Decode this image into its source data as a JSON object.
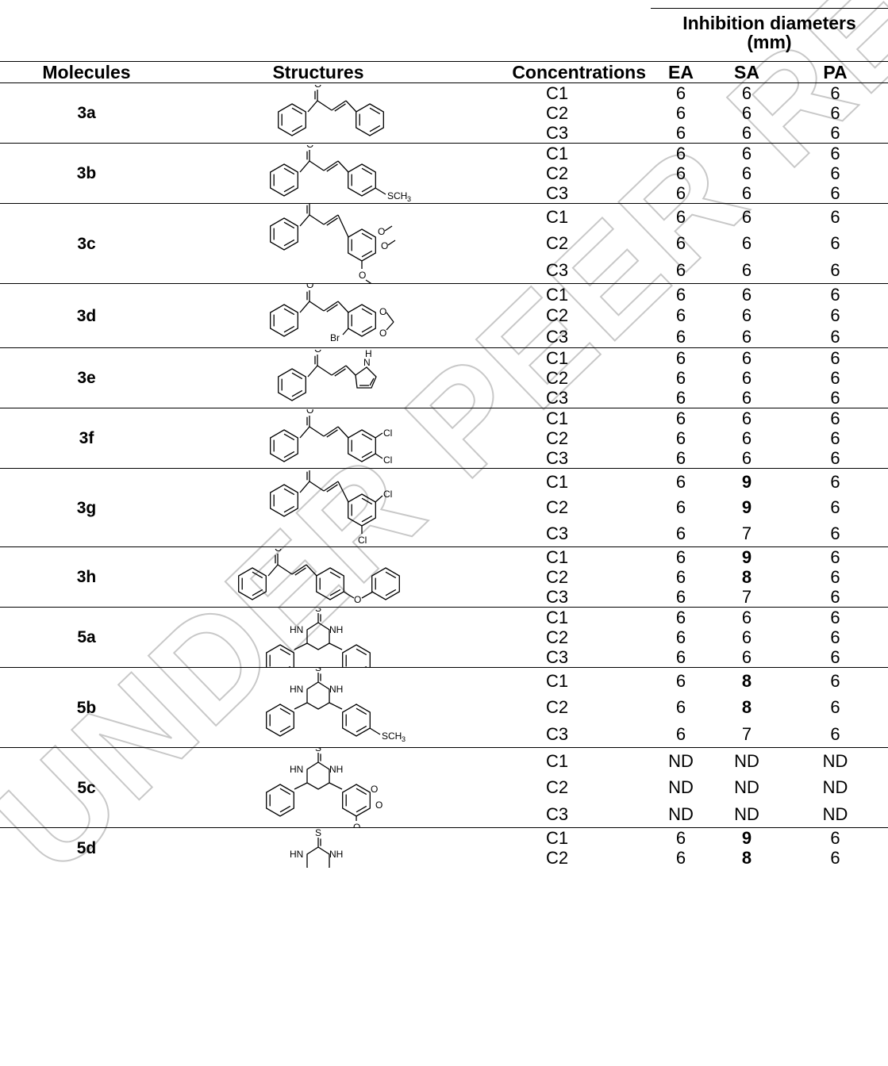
{
  "watermark": "UNDER PEER REVIEW",
  "header": {
    "group_label_line1": "Inhibition diameters",
    "group_label_line2": "(mm)",
    "columns": [
      "Molecules",
      "Structures",
      "Concentrations",
      "EA",
      "SA",
      "PA"
    ]
  },
  "molecules": [
    {
      "id": "3a",
      "structure": "chalcone",
      "rows": [
        {
          "conc": "C1",
          "ea": "6",
          "sa": "6",
          "pa": "6"
        },
        {
          "conc": "C2",
          "ea": "6",
          "sa": "6",
          "pa": "6"
        },
        {
          "conc": "C3",
          "ea": "6",
          "sa": "6",
          "pa": "6"
        }
      ]
    },
    {
      "id": "3b",
      "structure": "chalcone-4-SCH3",
      "substituent": "SCH3",
      "rows": [
        {
          "conc": "C1",
          "ea": "6",
          "sa": "6",
          "pa": "6"
        },
        {
          "conc": "C2",
          "ea": "6",
          "sa": "6",
          "pa": "6"
        },
        {
          "conc": "C3",
          "ea": "6",
          "sa": "6",
          "pa": "6"
        }
      ]
    },
    {
      "id": "3c",
      "structure": "chalcone-3,4,5-trimethoxy",
      "rows": [
        {
          "conc": "C1",
          "ea": "6",
          "sa": "6",
          "pa": "6"
        },
        {
          "conc": "C2",
          "ea": "6",
          "sa": "6",
          "pa": "6"
        },
        {
          "conc": "C3",
          "ea": "6",
          "sa": "6",
          "pa": "6"
        }
      ]
    },
    {
      "id": "3d",
      "structure": "chalcone-6-bromo-piperonyl",
      "substituent": "Br",
      "rows": [
        {
          "conc": "C1",
          "ea": "6",
          "sa": "6",
          "pa": "6"
        },
        {
          "conc": "C2",
          "ea": "6",
          "sa": "6",
          "pa": "6"
        },
        {
          "conc": "C3",
          "ea": "6",
          "sa": "6",
          "pa": "6"
        }
      ]
    },
    {
      "id": "3e",
      "structure": "chalcone-pyrrolyl",
      "substituent": "H",
      "heteroatom": "N",
      "rows": [
        {
          "conc": "C1",
          "ea": "6",
          "sa": "6",
          "pa": "6"
        },
        {
          "conc": "C2",
          "ea": "6",
          "sa": "6",
          "pa": "6"
        },
        {
          "conc": "C3",
          "ea": "6",
          "sa": "6",
          "pa": "6"
        }
      ]
    },
    {
      "id": "3f",
      "structure": "chalcone-3,4-dichloro",
      "substituent": "Cl",
      "rows": [
        {
          "conc": "C1",
          "ea": "6",
          "sa": "6",
          "pa": "6"
        },
        {
          "conc": "C2",
          "ea": "6",
          "sa": "6",
          "pa": "6"
        },
        {
          "conc": "C3",
          "ea": "6",
          "sa": "6",
          "pa": "6"
        }
      ]
    },
    {
      "id": "3g",
      "structure": "chalcone-3,5-dichloro",
      "substituent": "Cl",
      "rows": [
        {
          "conc": "C1",
          "ea": "6",
          "sa": "9",
          "pa": "6",
          "sa_bold": true
        },
        {
          "conc": "C2",
          "ea": "6",
          "sa": "9",
          "pa": "6",
          "sa_bold": true
        },
        {
          "conc": "C3",
          "ea": "6",
          "sa": "7",
          "pa": "6"
        }
      ]
    },
    {
      "id": "3h",
      "structure": "chalcone-4-phenoxy",
      "rows": [
        {
          "conc": "C1",
          "ea": "6",
          "sa": "9",
          "pa": "6",
          "sa_bold": true
        },
        {
          "conc": "C2",
          "ea": "6",
          "sa": "8",
          "pa": "6",
          "sa_bold": true
        },
        {
          "conc": "C3",
          "ea": "6",
          "sa": "7",
          "pa": "6"
        }
      ]
    },
    {
      "id": "5a",
      "structure": "dihydropyrimidinethione",
      "rows": [
        {
          "conc": "C1",
          "ea": "6",
          "sa": "6",
          "pa": "6"
        },
        {
          "conc": "C2",
          "ea": "6",
          "sa": "6",
          "pa": "6"
        },
        {
          "conc": "C3",
          "ea": "6",
          "sa": "6",
          "pa": "6"
        }
      ]
    },
    {
      "id": "5b",
      "structure": "dihydropyrimidinethione-4-SCH3",
      "substituent": "SCH3",
      "rows": [
        {
          "conc": "C1",
          "ea": "6",
          "sa": "8",
          "pa": "6",
          "sa_bold": true
        },
        {
          "conc": "C2",
          "ea": "6",
          "sa": "8",
          "pa": "6",
          "sa_bold": true
        },
        {
          "conc": "C3",
          "ea": "6",
          "sa": "7",
          "pa": "6"
        }
      ]
    },
    {
      "id": "5c",
      "structure": "dihydropyrimidinethione-trimethoxy",
      "rows": [
        {
          "conc": "C1",
          "ea": "ND",
          "sa": "ND",
          "pa": "ND"
        },
        {
          "conc": "C2",
          "ea": "ND",
          "sa": "ND",
          "pa": "ND"
        },
        {
          "conc": "C3",
          "ea": "ND",
          "sa": "ND",
          "pa": "ND"
        }
      ]
    },
    {
      "id": "5d",
      "structure": "dihydropyrimidinethione-partial",
      "rows": [
        {
          "conc": "C1",
          "ea": "6",
          "sa": "9",
          "pa": "6",
          "sa_bold": true
        },
        {
          "conc": "C2",
          "ea": "6",
          "sa": "8",
          "pa": "6",
          "sa_bold": true
        }
      ]
    }
  ],
  "atoms": {
    "O": "O",
    "S": "S",
    "HN": "HN",
    "NH": "NH",
    "Cl": "Cl",
    "SCH": "SCH",
    "sub3": "3"
  }
}
